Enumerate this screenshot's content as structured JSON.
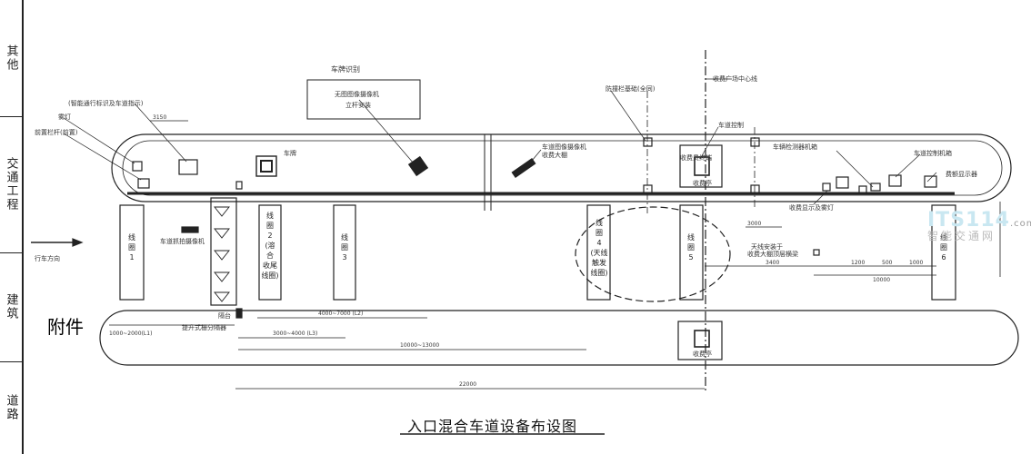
{
  "side_labels": [
    "其他",
    "交通工程",
    "建筑",
    "道路"
  ],
  "title": "入口混合车道设备布设图",
  "annex": "附件",
  "watermark": {
    "main": "ITS114",
    "suffix": ".com",
    "sub": "智能交通网"
  },
  "entry": "行车方向",
  "top": {
    "plate_box_title": "车牌识别",
    "plate_box_text1": "无图图像摄像机",
    "plate_box_text2": "立杆安装",
    "center_line": "收费广场中心线",
    "light_label": "防撞栏基础(全同)"
  },
  "left_labels": {
    "info": "(智能通行标识及车道指示)",
    "l2": "雾灯",
    "l3": "前置栏杆(前置)",
    "plate": "车牌",
    "dim_top": "3150"
  },
  "right_labels": {
    "r1": "车辆检测器机箱",
    "r2": "车道控制机箱",
    "r3": "费额显示器",
    "r4": "收费显示及雾灯",
    "r5": "收费员终端",
    "small": "车道控制",
    "booth": "收费亭",
    "booth2": "收费亭"
  },
  "mid_labels": {
    "cam": "车道图像摄像机",
    "cam2": "收费大棚",
    "rsu_line1": "天线安装于",
    "rsu_line2": "收费大棚顶层横梁"
  },
  "coils": {
    "c1": [
      "线",
      "圈",
      "1"
    ],
    "c2": [
      "线",
      "圈",
      "2",
      "(溶",
      "合",
      "收尾",
      "线圈)"
    ],
    "c3": [
      "线",
      "圈",
      "3"
    ],
    "c4": [
      "线",
      "圈",
      "4",
      "(天线",
      "触发",
      "线圈)"
    ],
    "c5": [
      "线",
      "圈",
      "5"
    ],
    "c6": [
      "线",
      "圈",
      "6"
    ]
  },
  "under_labels": {
    "cam": "车道抓拍摄像机",
    "sep": "隔台",
    "sep2": "提升式栅分隔器"
  },
  "dims": {
    "d1": "4000~7000 (L2)",
    "d2": "3000~4000 (L3)",
    "d3": "10000~13000",
    "d4": "22000",
    "d5": "3000",
    "d6": "1000~2000(L1)",
    "d7": "3400",
    "d8": "1200",
    "d9": "500",
    "d10": "1000",
    "d11": "10000"
  }
}
